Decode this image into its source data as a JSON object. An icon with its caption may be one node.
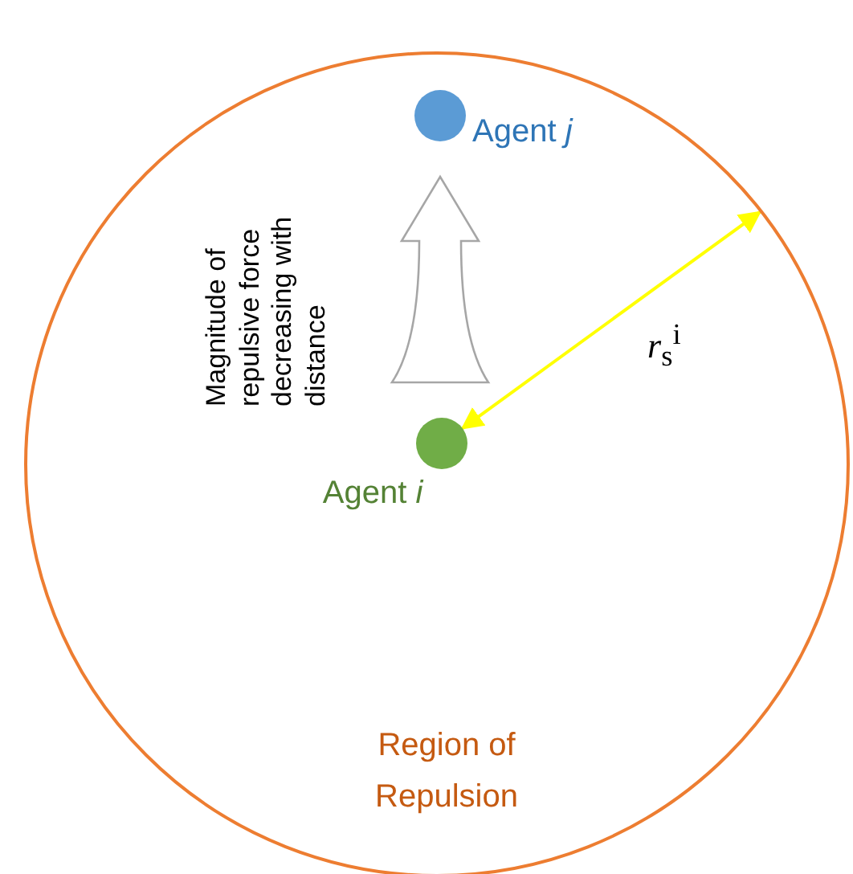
{
  "diagram": {
    "nodes": [
      {
        "text": [
          "Region of Repulsion"
        ]
      },
      {
        "text": [],
        "shape": "circle",
        "in": 0,
        "beside": [
          "Agent *j*"
        ]
      },
      {
        "text": [],
        "shape": "circle",
        "in": 0,
        "beside": [
          "Agent *i*"
        ]
      }
    ],
    "edges": [
      {
        "from": 2,
        "to": 1,
        "arrow": "to"
      },
      {
        "from": 2,
        "to": 0,
        "arrow": "both",
        "color": "#ffff00",
        "label": "*r*$_{s}$$^{i}$"
      }
    ],
    "labels": [
      "Magnitude of repulsive force decreasing with distance"
    ]
  }
}
